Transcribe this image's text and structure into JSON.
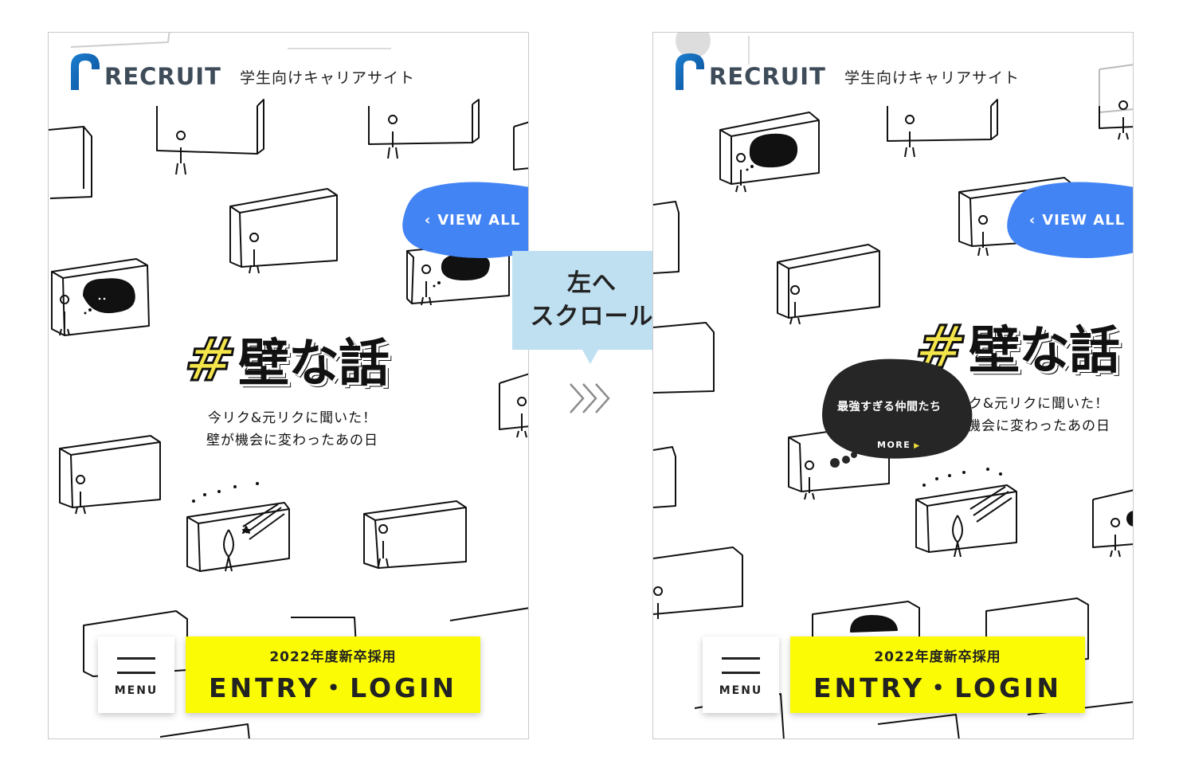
{
  "brand": {
    "logo_text": "RECRUIT",
    "tagline": "学生向けキャリアサイト",
    "logo_color": "#3e4c59",
    "logo_accent": "#1c7fd1"
  },
  "view_all": {
    "label": "VIEW ALL",
    "color": "#4384f5"
  },
  "feature": {
    "hashtag": "#",
    "title": "壁な話",
    "subtitle_line1": "今リク&元リクに聞いた！",
    "subtitle_line2": "壁が機会に変わったあの日"
  },
  "bubble": {
    "text": "最強すぎる仲間たち",
    "more_label": "MORE"
  },
  "menu_button": {
    "label": "MENU"
  },
  "entry_button": {
    "subtitle": "2022年度新卒採用",
    "label": "ENTRY・LOGIN",
    "color": "#fbfb05"
  },
  "callout": {
    "line1": "左へ",
    "line2": "スクロール",
    "color": "#bfe0f1"
  }
}
